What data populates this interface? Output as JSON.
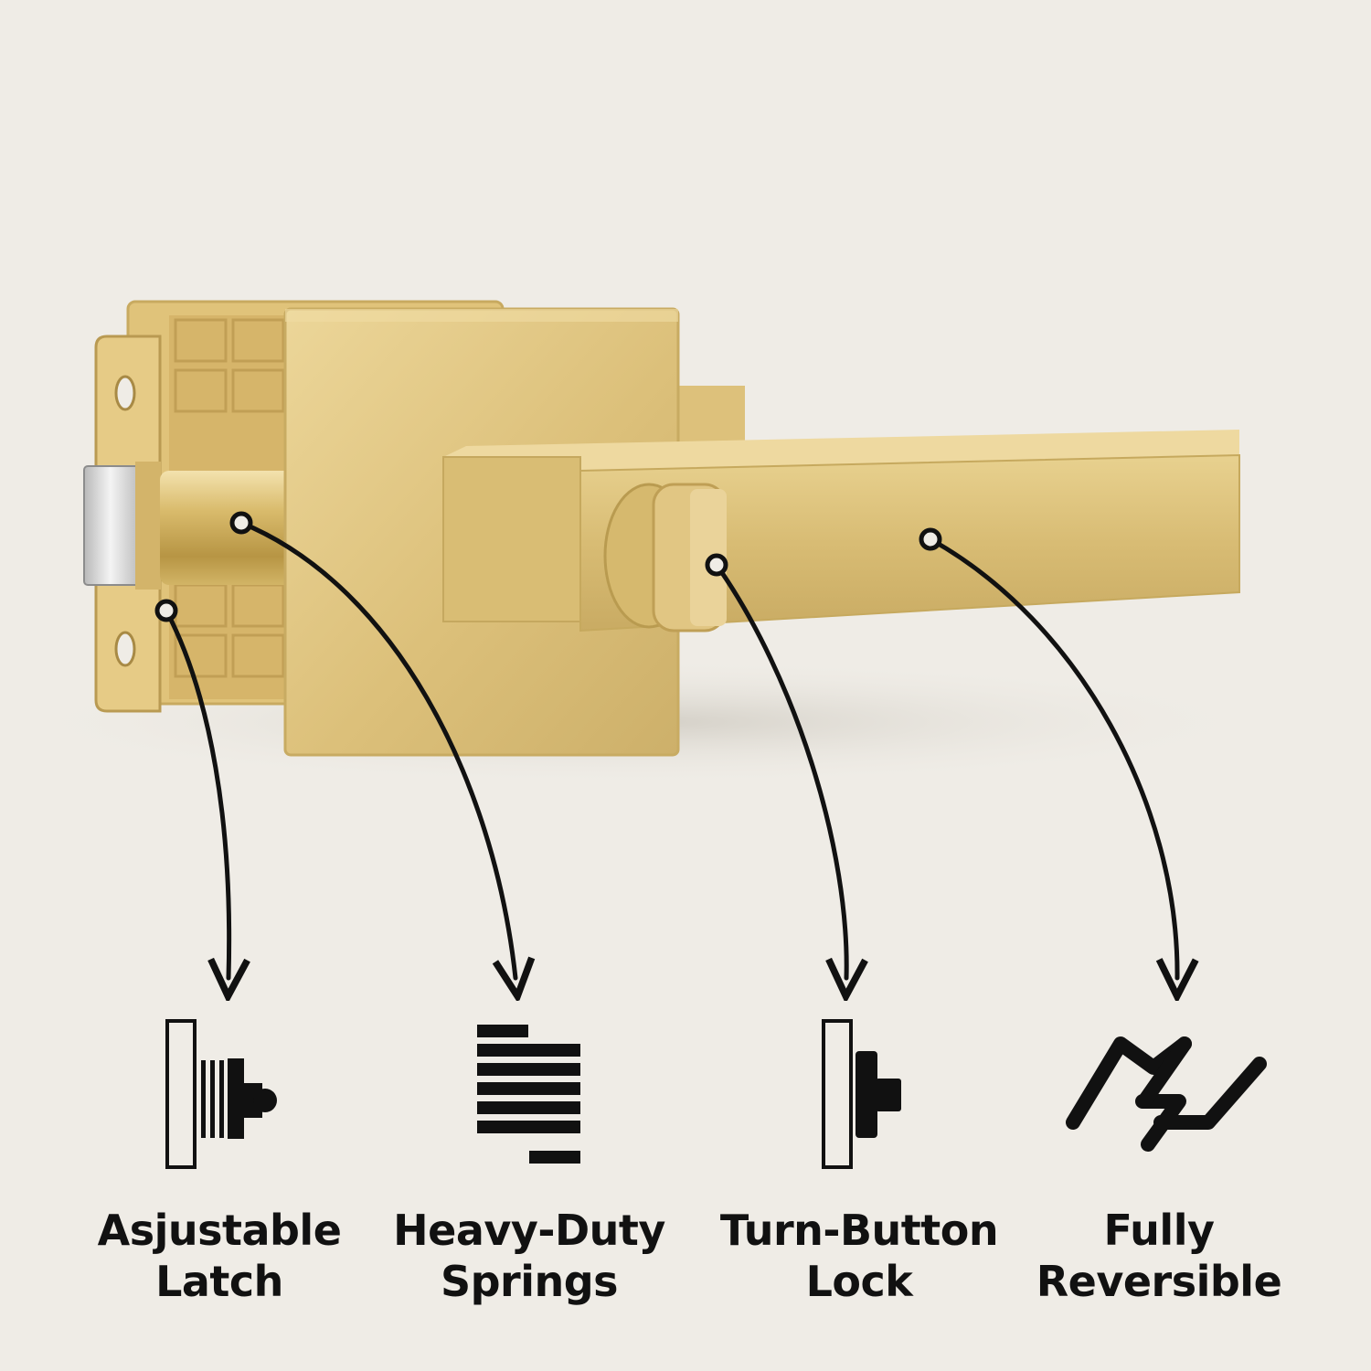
{
  "colors": {
    "background": "#efece6",
    "brass_light": "#ecd699",
    "brass_mid": "#d9bd73",
    "brass_dark": "#b89a52",
    "chrome": "#e6e6e6",
    "ink": "#111111"
  },
  "product": {
    "name_icon": "brass-square-door-lever-image"
  },
  "features": [
    {
      "icon": "adjustable-latch-icon",
      "line1": "Asjustable",
      "line2": "Latch"
    },
    {
      "icon": "heavy-duty-springs-icon",
      "line1": "Heavy-Duty",
      "line2": "Springs"
    },
    {
      "icon": "turn-button-lock-icon",
      "line1": "Turn-Button",
      "line2": "Lock"
    },
    {
      "icon": "fully-reversible-icon",
      "line1": "Fully",
      "line2": "Reversible"
    }
  ]
}
